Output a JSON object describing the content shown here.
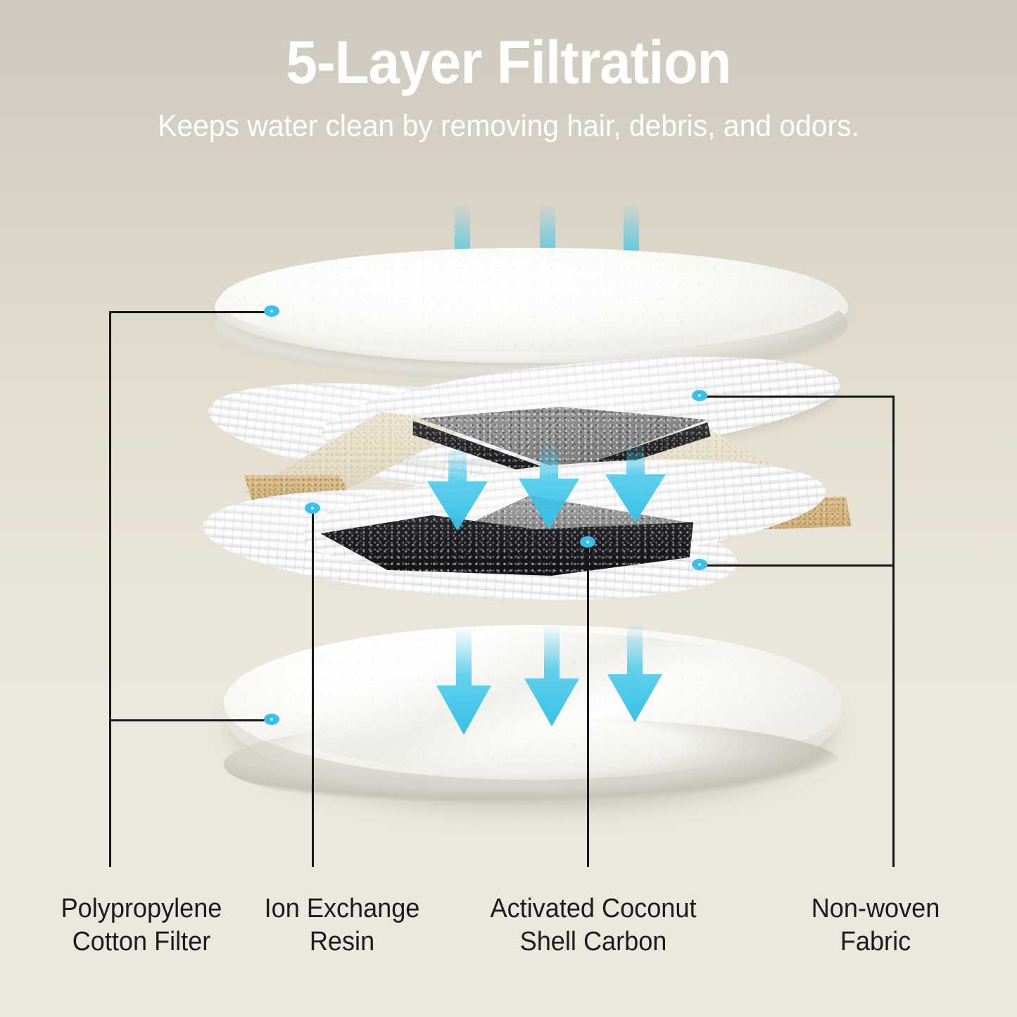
{
  "header": {
    "title": "5-Layer Filtration",
    "subtitle": "Keeps water clean by removing hair, debris, and odors."
  },
  "colors": {
    "accent_cyan": "#37c0ea",
    "arrow_cyan": "#3bc5ea",
    "leader_line": "#16181a",
    "title_text": "#ffffff",
    "label_text": "#1b1b1b",
    "background_top": "#cfc8bc",
    "background_bottom": "#ebe7dc",
    "resin_tan": "#d2b27e",
    "resin_cream": "#e9e0cc",
    "carbon_grey": "#8d8d8c",
    "carbon_black": "#1e1e20",
    "mesh_white": "#fdfdfc",
    "cotton_white": "#ffffff"
  },
  "layers": [
    {
      "id": "polypropylene-cotton-filter",
      "label_line1": "Polypropylene",
      "label_line2": "Cotton Filter",
      "material": "white cotton pad"
    },
    {
      "id": "ion-exchange-resin",
      "label_line1": "Ion Exchange",
      "label_line2": "Resin",
      "material": "tan resin granules"
    },
    {
      "id": "activated-coconut-shell-carbon",
      "label_line1": "Activated Coconut",
      "label_line2": "Shell Carbon",
      "material": "black carbon granules"
    },
    {
      "id": "non-woven-fabric",
      "label_line1": "Non-woven",
      "label_line2": "Fabric",
      "material": "white mesh fabric"
    }
  ],
  "icons": {
    "flow_arrow": "down-arrow-icon",
    "callout_dot": "callout-dot-icon"
  },
  "flow_arrows": {
    "top_group_count": 3,
    "middle_group_count": 3,
    "bottom_group_count": 3,
    "direction": "down"
  }
}
